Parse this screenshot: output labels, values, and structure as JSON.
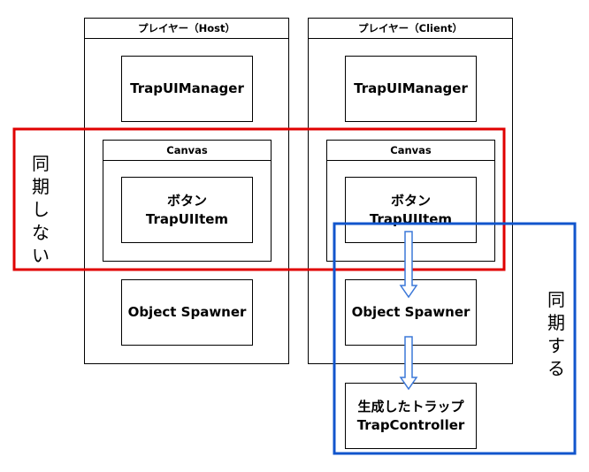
{
  "host": {
    "title": "プレイヤー（Host）",
    "manager": "TrapUIManager",
    "canvas": "Canvas",
    "button_line1": "ボタン",
    "button_line2": "TrapUIItem",
    "spawner": "Object Spawner"
  },
  "client": {
    "title": "プレイヤー（Client）",
    "manager": "TrapUIManager",
    "canvas": "Canvas",
    "button_line1": "ボタン",
    "button_line2": "TrapUIItem",
    "spawner": "Object Spawner"
  },
  "spawned": {
    "line1": "生成したトラップ",
    "line2": "TrapController"
  },
  "labels": {
    "not_synced": [
      "同",
      "期",
      "し",
      "な",
      "い"
    ],
    "synced": [
      "同",
      "期",
      "す",
      "る"
    ]
  },
  "colors": {
    "not_synced_frame": "#e00000",
    "synced_frame": "#1155cc",
    "arrow": "#3c78d8"
  }
}
